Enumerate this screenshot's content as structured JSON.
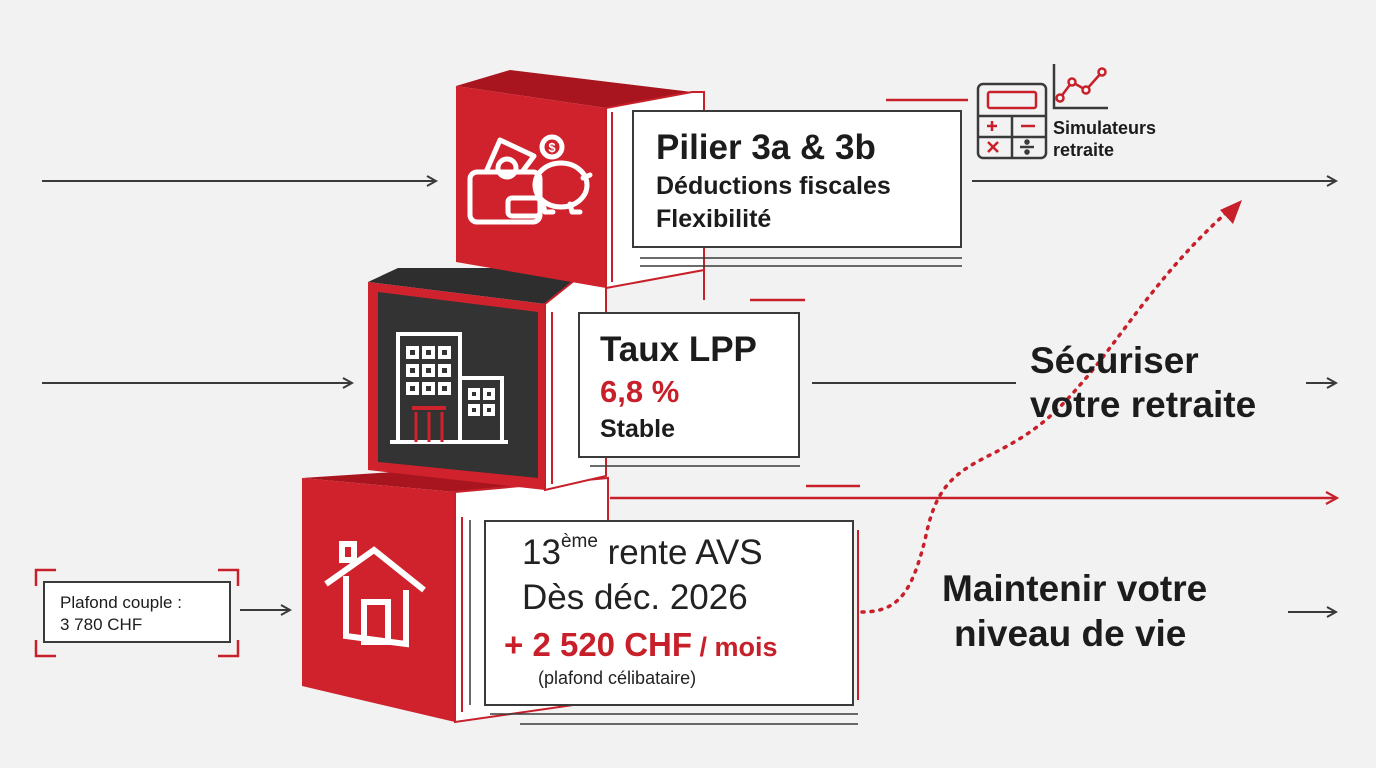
{
  "pillar3": {
    "title": "Pilier 3a & 3b",
    "line1": "Déductions fiscales",
    "line2": "Flexibilité"
  },
  "lpp": {
    "title": "Taux LPP",
    "rate": "6,8 %",
    "status": "Stable"
  },
  "avs": {
    "title_prefix": "13",
    "title_sup": "ème",
    "title_suffix": " rente AVS",
    "date": "Dès déc. 2026",
    "amount_main": "+ 2 520 CHF",
    "amount_unit": " / mois",
    "note": "(plafond célibataire)"
  },
  "couple": {
    "line1": "Plafond couple :",
    "line2": "3 780 CHF"
  },
  "simulators": {
    "line1": "Simulateurs",
    "line2": "retraite"
  },
  "goals": {
    "secure_line1": "Sécuriser",
    "secure_line2": "votre retraite",
    "maintain_line1": "Maintenir votre",
    "maintain_line2": "niveau de vie"
  },
  "icons": [
    "wallet-piggybank-icon",
    "office-building-icon",
    "house-icon",
    "calculator-icon",
    "line-chart-icon"
  ],
  "colors": {
    "red": "#c8202a",
    "dark": "#333333",
    "line": "#3a3a3a",
    "bg": "#f2f2f2"
  }
}
